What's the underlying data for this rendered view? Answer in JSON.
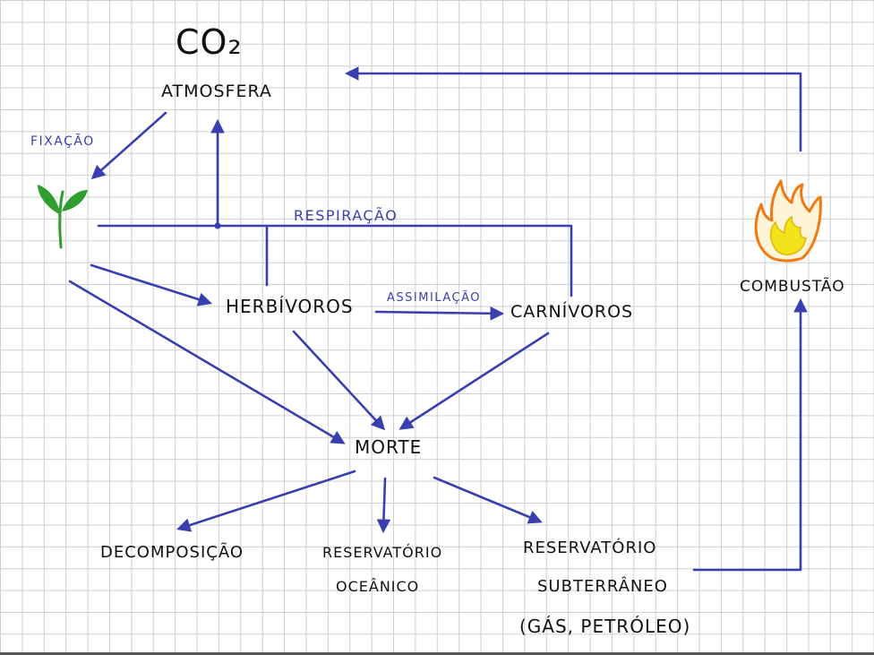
{
  "nodes": {
    "co2": "CO₂",
    "atmosphere": "ATMOSFERA",
    "herbivores": "HERBÍVOROS",
    "carnivores": "CARNÍVOROS",
    "death": "MORTE",
    "decomposition": "DECOMPOSIÇÃO",
    "ocean_reservoir_line1": "RESERVATÓRIO",
    "ocean_reservoir_line2": "OCEÂNICO",
    "underground_line1": "RESERVATÓRIO",
    "underground_line2": "SUBTERRÂNEO",
    "underground_line3": "(GÁS, PETRÓLEO)",
    "combustion": "COMBUSTÃO"
  },
  "edge_labels": {
    "fixation": "FIXAÇÃO",
    "respiration": "RESPIRAÇÃO",
    "assimilation": "ASSIMILAÇÃO"
  },
  "colors": {
    "arrow": "#3a3fb0",
    "text": "#111111",
    "plant": "#2f9e2f",
    "fire_outer": "#f07a10",
    "fire_inner": "#f2e31a"
  },
  "icons": {
    "plant": "sprout-icon",
    "fire": "fire-icon"
  }
}
